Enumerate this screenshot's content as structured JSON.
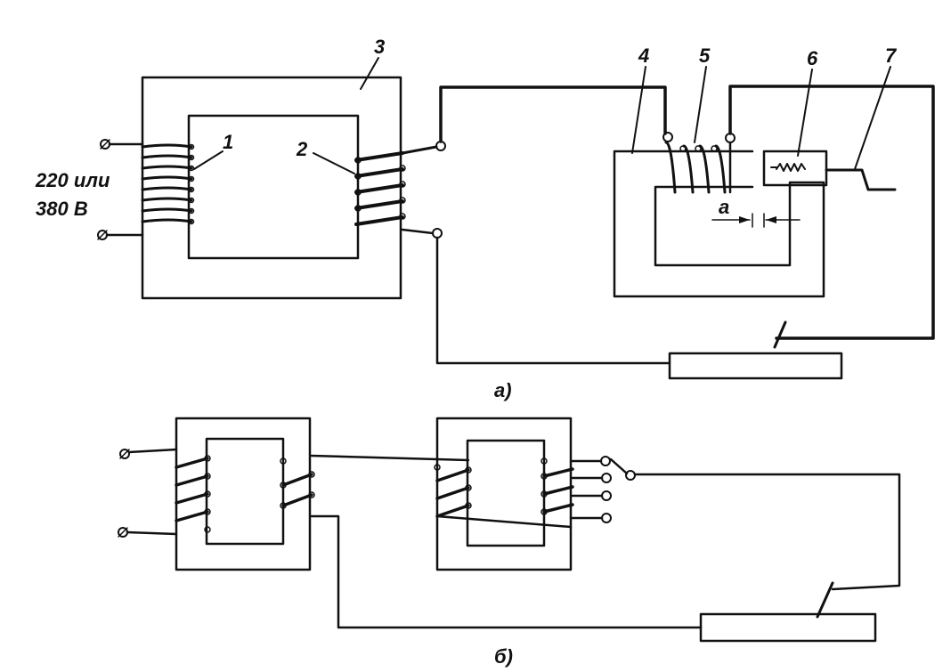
{
  "diagram_a": {
    "caption": "а)",
    "voltage_line1": "220 или",
    "voltage_line2": "380 В",
    "labels": [
      "1",
      "2",
      "3",
      "4",
      "5",
      "6",
      "7"
    ],
    "gap_label": "а"
  },
  "diagram_b": {
    "caption": "б)"
  }
}
